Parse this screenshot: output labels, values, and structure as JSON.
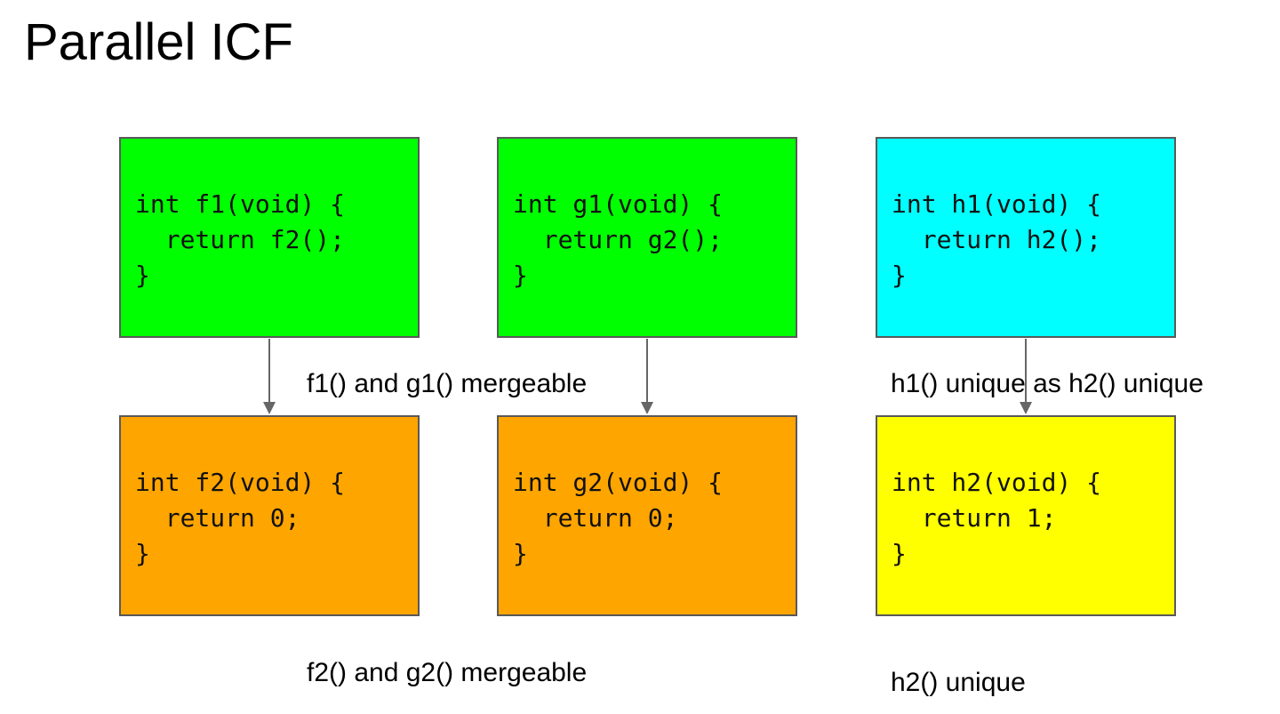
{
  "title": "Parallel ICF",
  "boxes": [
    {
      "name": "f1",
      "fill": "#00ff00",
      "lines": [
        "int f1(void) {",
        "  return f2();",
        "}"
      ]
    },
    {
      "name": "g1",
      "fill": "#00ff00",
      "lines": [
        "int g1(void) {",
        "  return g2();",
        "}"
      ]
    },
    {
      "name": "h1",
      "fill": "#00ffff",
      "lines": [
        "int h1(void) {",
        "  return h2();",
        "}"
      ]
    },
    {
      "name": "f2",
      "fill": "#ffa500",
      "lines": [
        "int f2(void) {",
        "  return 0;",
        "}"
      ]
    },
    {
      "name": "g2",
      "fill": "#ffa500",
      "lines": [
        "int g2(void) {",
        "  return 0;",
        "}"
      ]
    },
    {
      "name": "h2",
      "fill": "#ffff00",
      "lines": [
        "int h2(void) {",
        "  return 1;",
        "}"
      ]
    }
  ],
  "labels": {
    "merge_top": "f1() and g1() mergeable",
    "unique_top": "h1() unique as h2() unique",
    "merge_bottom": "f2() and g2() mergeable",
    "unique_bottom": "h2() unique"
  },
  "colors": {
    "background": "#ffffff",
    "box_border": "#595959",
    "arrow": "#666666",
    "text": "#000000"
  }
}
